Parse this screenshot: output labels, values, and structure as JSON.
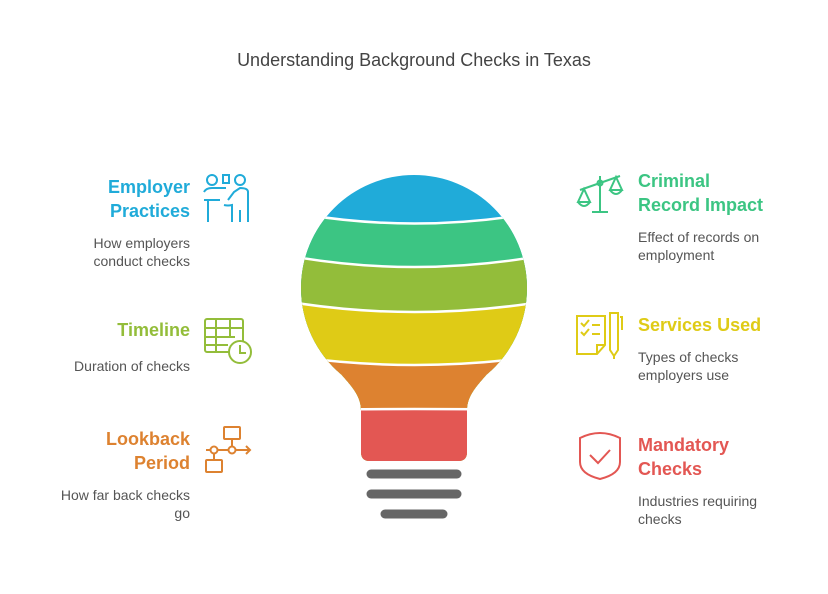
{
  "title": "Understanding Background Checks in Texas",
  "colors": {
    "blue": "#20abd9",
    "green": "#3cc583",
    "lime": "#93bd3a",
    "yellow": "#dfcb16",
    "orange": "#dd8230",
    "red": "#e35753",
    "gray": "#666666"
  },
  "left": [
    {
      "title_l1": "Employer",
      "title_l2": "Practices",
      "desc_l1": "How employers",
      "desc_l2": "conduct checks",
      "icon": "presenter-icon"
    },
    {
      "title_l1": "Timeline",
      "desc_l1": "Duration of checks",
      "icon": "calendar-clock-icon"
    },
    {
      "title_l1": "Lookback",
      "title_l2": "Period",
      "desc_l1": "How far back checks",
      "desc_l2": "go",
      "icon": "flowchart-icon"
    }
  ],
  "right": [
    {
      "title_l1": "Criminal",
      "title_l2": "Record Impact",
      "desc_l1": "Effect of records on",
      "desc_l2": "employment",
      "icon": "scales-icon"
    },
    {
      "title_l1": "Services Used",
      "desc_l1": "Types of checks",
      "desc_l2": "employers use",
      "icon": "checklist-pen-icon"
    },
    {
      "title_l1": "Mandatory",
      "title_l2": "Checks",
      "desc_l1": "Industries requiring",
      "desc_l2": "checks",
      "icon": "shield-check-icon"
    }
  ]
}
